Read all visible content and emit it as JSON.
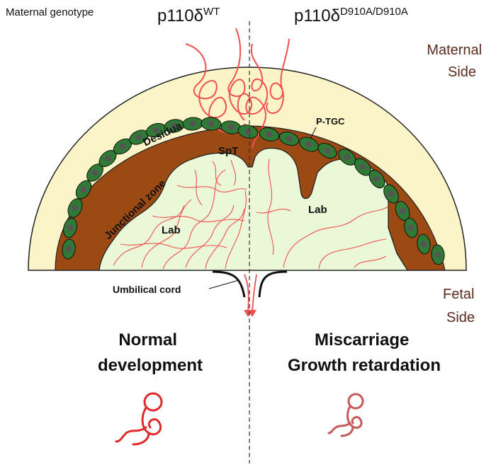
{
  "header": {
    "maternal_genotype": "Maternal genotype",
    "wt_base": "p110δ",
    "wt_sup": "WT",
    "mut_base": "p110δ",
    "mut_sup": "D910A/D910A"
  },
  "side_labels": {
    "maternal_line1": "Maternal",
    "maternal_line2": "Side",
    "fetal_line1": "Fetal",
    "fetal_line2": "Side"
  },
  "layers": {
    "desidua": "Desidua",
    "junctional_zone": "Junctional zone",
    "spt": "SpT",
    "ptgc": "P-TGC",
    "lab_left": "Lab",
    "lab_right": "Lab",
    "umbilical_cord": "Umbilical cord"
  },
  "outcomes": {
    "left_line1": "Normal",
    "left_line2": "development",
    "right_line1": "Miscarriage",
    "right_line2": "Growth retardation"
  },
  "colors": {
    "desidua": "#fbf4c8",
    "junctional": "#9b4a14",
    "cell": "#2f7a34",
    "nucleus": "#555555",
    "labyrinth": "#eaf8d8",
    "vessel": "#f05050",
    "maternal_text": "#5a2a1e",
    "fetus_left": "#e02a2a",
    "fetus_right": "#c45a5a"
  }
}
